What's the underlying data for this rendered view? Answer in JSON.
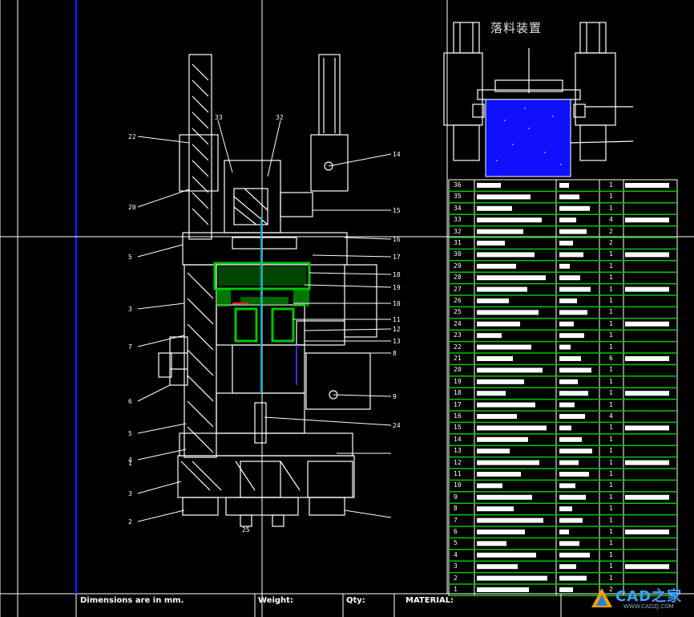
{
  "drawing": {
    "top_right_label": "落料装置",
    "title_block": {
      "dimensions_note": "Dimensions are in mm.",
      "weight_label": "Weight:",
      "qty_label": "Qty:",
      "material_label": "MATERIAL:"
    },
    "bom_rows": [
      "36",
      "35",
      "34",
      "33",
      "32",
      "31",
      "30",
      "29",
      "28",
      "27",
      "26",
      "25",
      "24",
      "23",
      "22",
      "21",
      "20",
      "19",
      "18",
      "17",
      "16",
      "15",
      "14",
      "13",
      "12",
      "11",
      "10",
      "9",
      "8",
      "7",
      "6",
      "5",
      "4",
      "3",
      "2",
      "1"
    ],
    "bom_qty": [
      "1",
      "1",
      "1",
      "4",
      "2",
      "2",
      "1",
      "1",
      "1",
      "1",
      "1",
      "1",
      "1",
      "1",
      "1",
      "6",
      "1",
      "1",
      "1",
      "1",
      "4",
      "1",
      "1",
      "1",
      "1",
      "1",
      "1",
      "1",
      "1",
      "1",
      "1",
      "1",
      "1",
      "1",
      "1",
      "2"
    ],
    "balloons_left": [
      "22",
      "20",
      "5",
      "3",
      "7",
      "6",
      "5",
      "4",
      "3",
      "2",
      "1"
    ],
    "balloons_right": [
      "14",
      "15",
      "16",
      "17",
      "18",
      "19",
      "10",
      "11",
      "12",
      "13",
      "8",
      "9",
      "24"
    ],
    "balloons_top": [
      "33",
      "32",
      "25"
    ]
  },
  "colors": {
    "background": "#000000",
    "line": "#ffffff",
    "highlight_green": "#00c800",
    "highlight_blue": "#1010ff",
    "border_blue": "#1a1aff"
  },
  "watermark": {
    "text": "CAD之家",
    "url": "WWW.CADZJ.COM"
  }
}
